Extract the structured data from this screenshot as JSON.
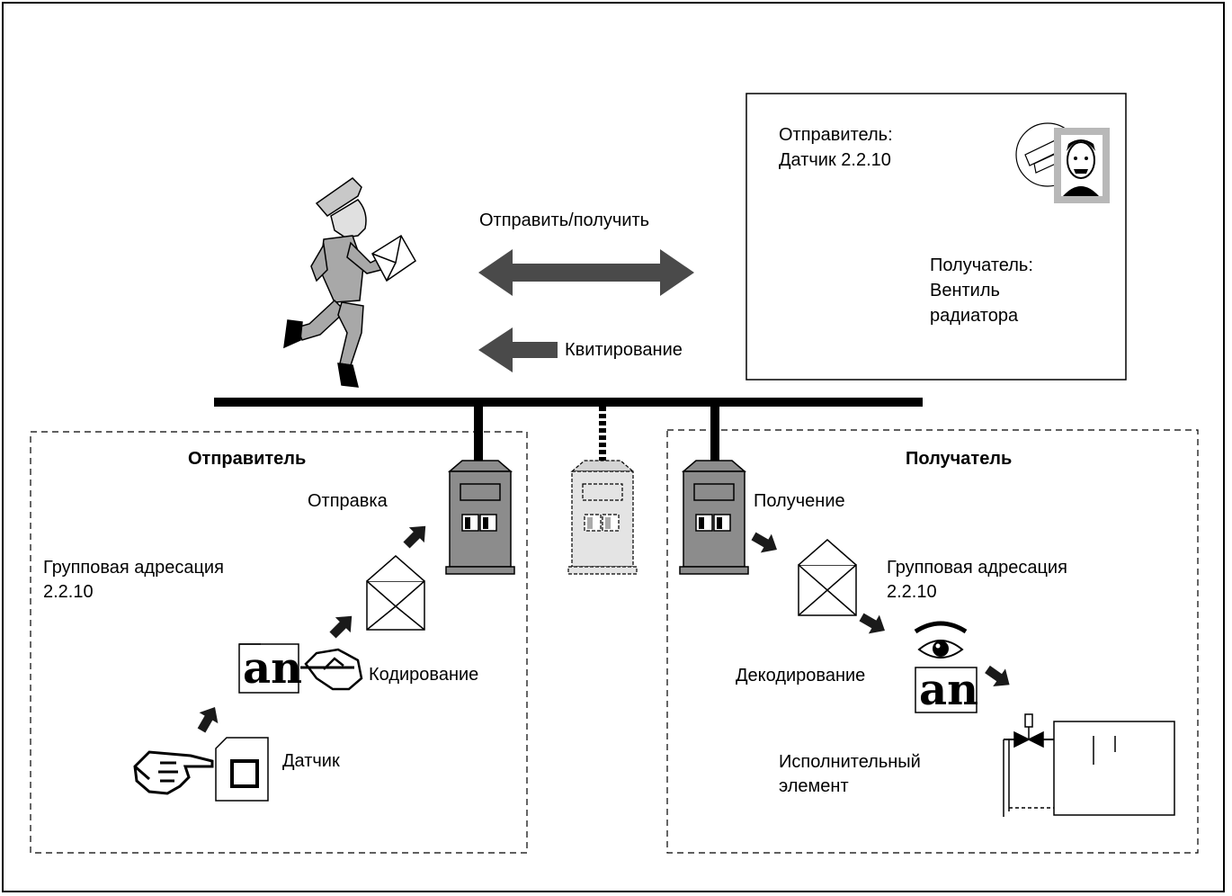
{
  "envelope": {
    "sender_label": "Отправитель:",
    "sender_value": "Датчик 2.2.10",
    "receiver_label": "Получатель:",
    "receiver_value_1": "Вентиль",
    "receiver_value_2": "радиатора"
  },
  "arrows": {
    "send_receive": "Отправить/получить",
    "ack": "Квитирование"
  },
  "sender_box": {
    "title": "Отправитель",
    "send": "Отправка",
    "group_address_1": "Групповая адресация",
    "group_address_2": "2.2.10",
    "encoding": "Кодирование",
    "sensor": "Датчик"
  },
  "receiver_box": {
    "title": "Получатель",
    "receive": "Получение",
    "group_address_1": "Групповая адресация",
    "group_address_2": "2.2.10",
    "decoding": "Декодирование",
    "actuator_1": "Исполнительный",
    "actuator_2": "элемент"
  },
  "icons": {
    "letter": "an",
    "colors": {
      "dark_arrow": "#4a4a4a",
      "device_gray": "#8c8c8c",
      "device_light": "#d4d4d4"
    }
  }
}
